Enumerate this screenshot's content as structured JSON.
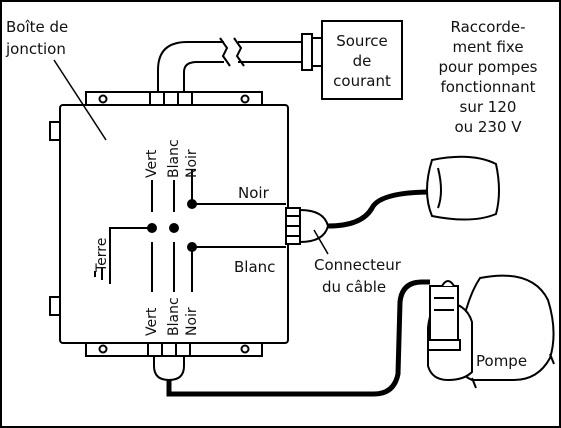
{
  "labels": {
    "junction_box": [
      "Boîte de",
      "jonction"
    ],
    "power_source": [
      "Source",
      "de",
      "courant"
    ],
    "fixed_connection": [
      "Raccorde-",
      "ment fixe",
      "pour pompes",
      "fonctionnant",
      "sur 120",
      "ou 230 V"
    ],
    "cable_connector": [
      "Connecteur",
      "du câble"
    ],
    "pump": "Pompe",
    "ground": "Terre",
    "wire_green_top": "Vert",
    "wire_white_top": "Blanc",
    "wire_black_top": "Noir",
    "wire_green_bottom": "Vert",
    "wire_white_bottom": "Blanc",
    "wire_black_bottom": "Noir",
    "lead_black": "Noir",
    "lead_white": "Blanc"
  }
}
